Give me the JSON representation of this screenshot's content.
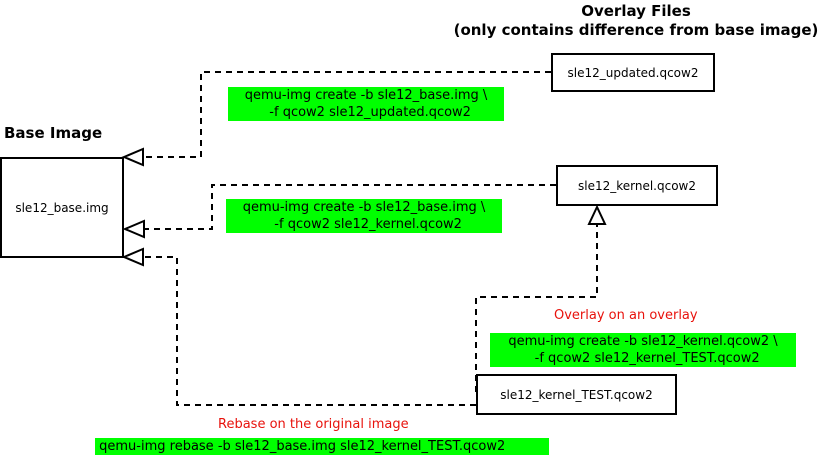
{
  "headings": {
    "base_image": "Base Image",
    "overlay_files_line1": "Overlay Files",
    "overlay_files_line2": "(only contains difference from base image)"
  },
  "files": {
    "base": "sle12_base.img",
    "updated": "sle12_updated.qcow2",
    "kernel": "sle12_kernel.qcow2",
    "kernel_test": "sle12_kernel_TEST.qcow2"
  },
  "commands": {
    "create_updated": "qemu-img create -b sle12_base.img \\\n  -f qcow2 sle12_updated.qcow2",
    "create_kernel": "qemu-img create -b sle12_base.img \\\n  -f qcow2 sle12_kernel.qcow2",
    "create_kernel_test": "qemu-img create -b sle12_kernel.qcow2 \\\n  -f qcow2 sle12_kernel_TEST.qcow2",
    "rebase": " qemu-img rebase -b sle12_base.img sle12_kernel_TEST.qcow2"
  },
  "notes": {
    "overlay_on_overlay": "Overlay on an overlay",
    "rebase_original": "Rebase on the original image"
  },
  "colors": {
    "command_highlight": "#00ff00",
    "note_text": "#e8120c",
    "line": "#000000"
  }
}
